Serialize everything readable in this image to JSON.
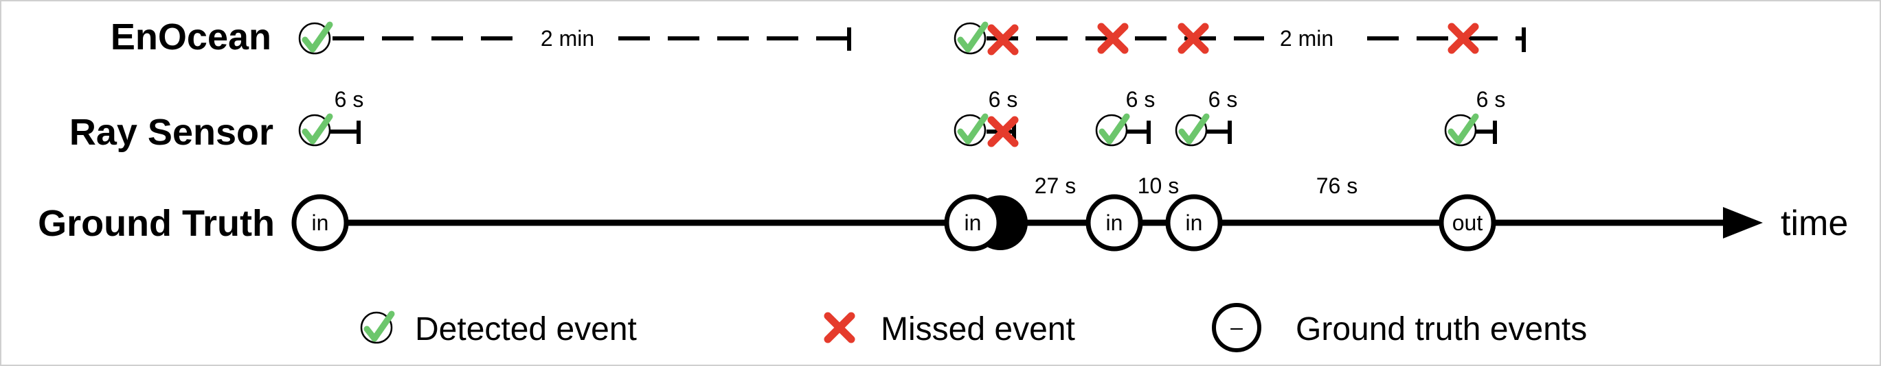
{
  "rows": {
    "enocean": "EnOcean",
    "ray_sensor": "Ray Sensor",
    "ground_truth": "Ground Truth"
  },
  "axis_label": "time",
  "enocean_intervals": {
    "first": "2 min",
    "second": "2 min"
  },
  "ray_durations": [
    "6 s",
    "6 s",
    "6 s",
    "6 s",
    "6 s"
  ],
  "gaps": [
    "27 s",
    "10 s",
    "76 s"
  ],
  "events": [
    "in",
    "in",
    "in",
    "in",
    "out"
  ],
  "legend": {
    "detected": "Detected event",
    "missed": "Missed event",
    "ground_truth": "Ground truth events",
    "ground_truth_symbol": "–"
  },
  "colors": {
    "check": "#6cc66c",
    "cross": "#e53b2c",
    "line": "#000000",
    "frame": "#cfcfcf"
  },
  "icons": [
    "check-circle-icon",
    "red-cross-icon",
    "event-circle-icon",
    "arrow-head-icon"
  ]
}
